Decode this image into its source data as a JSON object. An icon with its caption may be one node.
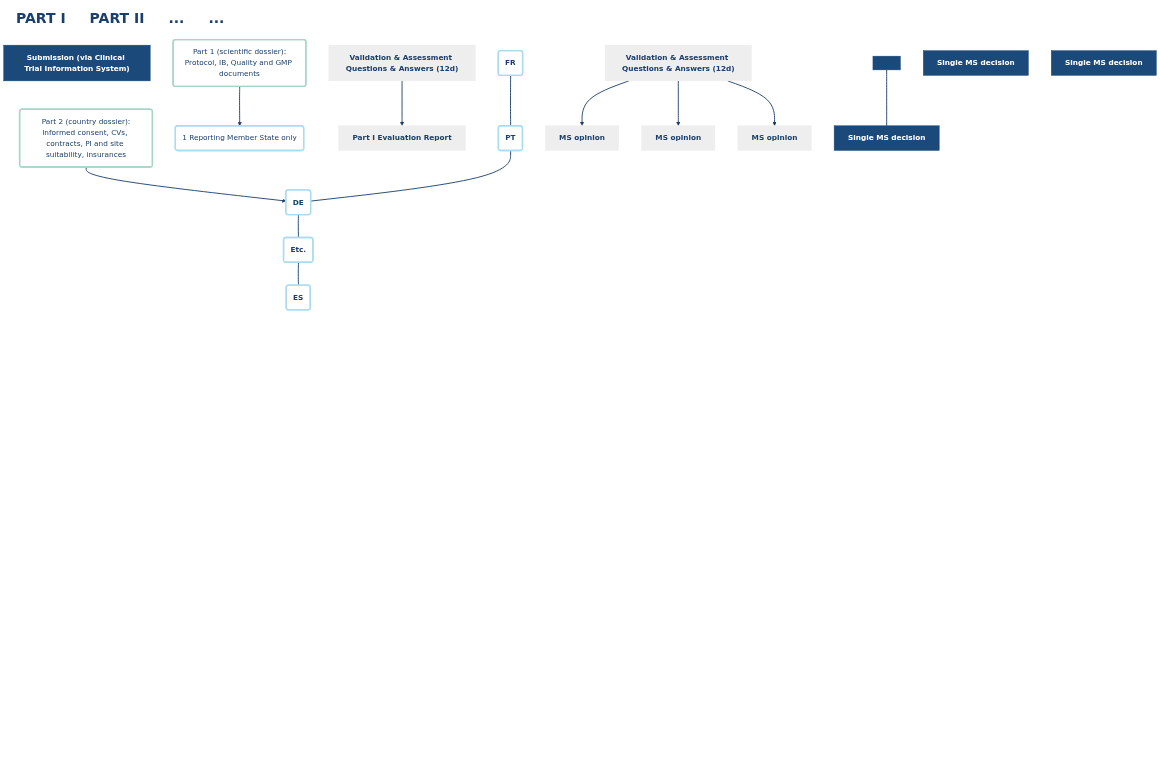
{
  "diagram": {
    "nodes": [
      {
        "text": [
          "Submission (via Clinical Trial Information System)"
        ]
      },
      {
        "text": [
          "Part 1 (scientific dossier):",
          "Protocol, IB, Quality and GMP documents"
        ]
      },
      {
        "text": [
          "Part 2 (country dossier):",
          "Informed consent, CVs, contracts, PI and site suitability, insurances"
        ]
      },
      {
        "text": [
          "1 Reporting Member State only"
        ]
      },
      {
        "text": [
          "Validation & Assessment Questions & Answers (12d)"
        ]
      },
      {
        "text": [
          "Part I Evaluation Report"
        ]
      },
      {
        "text": [
          "FR"
        ]
      },
      {
        "text": [
          "PT"
        ]
      },
      {
        "text": [
          "DE"
        ]
      },
      {
        "text": [
          "Etc."
        ]
      },
      {
        "text": [
          "ES"
        ]
      },
      {
        "text": [
          "Validation & Assessment Questions & Answers (12d)"
        ]
      },
      {
        "text": [
          "MS opinion"
        ]
      },
      {
        "text": [
          "MS opinion"
        ]
      },
      {
        "text": [
          "MS opinion"
        ]
      },
      {
        "text": [],
        "shape": "bar"
      },
      {
        "text": [
          "Single MS decision"
        ]
      },
      {
        "text": [
          "Single MS decision"
        ]
      },
      {
        "text": [
          "Single MS decision"
        ]
      }
    ],
    "edges": [
      {
        "from": 1,
        "to": 3,
        "arrow": "to"
      },
      {
        "from": 4,
        "to": 5,
        "arrow": "to"
      },
      {
        "from": 2,
        "to": 8,
        "arrow": "to"
      },
      {
        "from": 6,
        "to": 7,
        "arrow": "none"
      },
      {
        "from": 7,
        "to": 8,
        "arrow": "none"
      },
      {
        "from": 8,
        "to": 9,
        "arrow": "none"
      },
      {
        "from": 9,
        "to": 10,
        "arrow": "none"
      },
      {
        "from": 11,
        "to": 12,
        "arrow": "to"
      },
      {
        "from": 11,
        "to": 14,
        "arrow": "to"
      },
      {
        "from": 11,
        "to": 13,
        "arrow": "to"
      },
      {
        "from": 15,
        "to": 17,
        "arrow": "none"
      }
    ],
    "labels": [
      "PART I",
      "PART II",
      "...",
      "..."
    ]
  }
}
